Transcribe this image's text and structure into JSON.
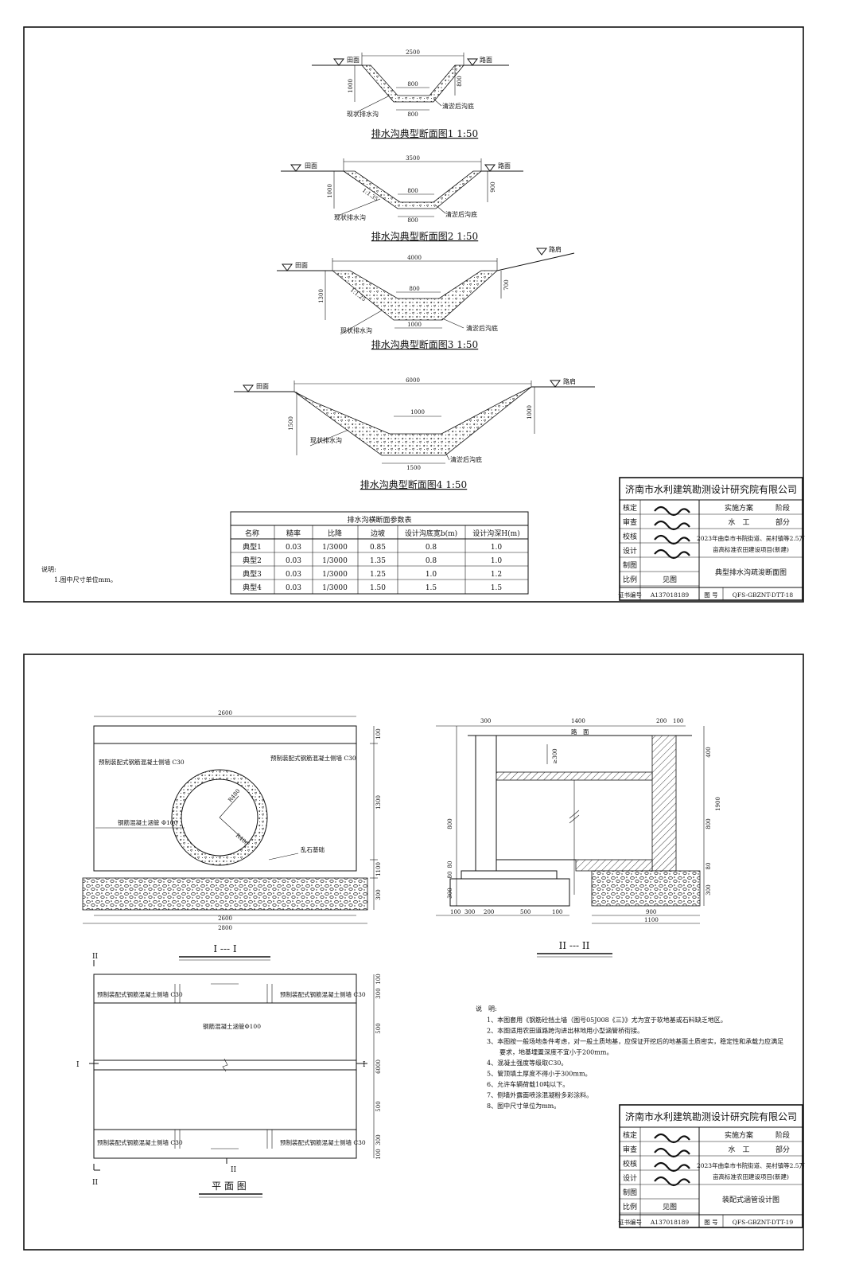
{
  "sheet1": {
    "sections": [
      {
        "caption": "排水沟典型断面图1 1:50",
        "width": "2500",
        "top_width": "800",
        "bottom_width": "800",
        "depth_left": "1000",
        "depth_right": "800",
        "left_label": "田面",
        "right_label": "路面",
        "ditch_label": "现状排水沟",
        "dredge_label": "清淤后沟底",
        "slope": ""
      },
      {
        "caption": "排水沟典型断面图2 1:50",
        "width": "3500",
        "top_width": "800",
        "bottom_width": "800",
        "depth_left": "1000",
        "depth_right": "900",
        "left_label": "田面",
        "right_label": "路面",
        "ditch_label": "现状排水沟",
        "dredge_label": "清淤后沟底",
        "slope": "1:1.35"
      },
      {
        "caption": "排水沟典型断面图3 1:50",
        "width": "4000",
        "top_width": "800",
        "bottom_width": "1000",
        "depth_left": "1300",
        "depth_right": "700",
        "left_label": "田面",
        "right_label": "路肩",
        "ditch_label": "现状排水沟",
        "dredge_label": "清淤后沟底",
        "slope": "1:1.25"
      },
      {
        "caption": "排水沟典型断面图4 1:50",
        "width": "6000",
        "top_width": "1000",
        "bottom_width": "1500",
        "depth_left": "1500",
        "depth_right": "1000",
        "left_label": "田面",
        "right_label": "路肩",
        "ditch_label": "现状排水沟",
        "dredge_label": "清淤后沟底",
        "slope": ""
      }
    ],
    "table": {
      "title": "排水沟横断面参数表",
      "headers": [
        "名称",
        "糙率",
        "比降",
        "边坡",
        "设计沟底宽b(m)",
        "设计沟深H(m)"
      ],
      "rows": [
        [
          "典型1",
          "0.03",
          "1/3000",
          "0.85",
          "0.8",
          "1.0"
        ],
        [
          "典型2",
          "0.03",
          "1/3000",
          "1.35",
          "0.8",
          "1.0"
        ],
        [
          "典型3",
          "0.03",
          "1/3000",
          "1.25",
          "1.0",
          "1.2"
        ],
        [
          "典型4",
          "0.03",
          "1/3000",
          "1.50",
          "1.5",
          "1.5"
        ]
      ]
    },
    "notes_title": "说明:",
    "notes": [
      "1.图中尺寸单位mm。"
    ],
    "title_block": {
      "company": "济南市水利建筑勘测设计研究院有限公司",
      "roles": [
        "核定",
        "审查",
        "校核",
        "设计",
        "制图",
        "比例"
      ],
      "scale_value": "见图",
      "stage_left": "实施方案",
      "stage_label": "阶段",
      "dept_left": "水　工",
      "dept_label": "部分",
      "project_line1": "2023年曲阜市书院街道、吴村镇等2.5万",
      "project_line2": "亩高标准农田建设项目(新建)",
      "drawing_title": "典型排水沟疏浚断面图",
      "cert_label": "证书编号",
      "cert_no": "A137018189",
      "drawing_no_label": "图 号",
      "drawing_no": "QFS-GBZNT-DTT-18"
    }
  },
  "sheet2": {
    "views": {
      "front_caption": "I --- I",
      "side_caption": "II --- II",
      "plan_caption": "平 面 图"
    },
    "front": {
      "top_dim": "2600",
      "bottom_dim1": "2600",
      "bottom_dim2": "2800",
      "wall_label_left": "预制装配式钢筋混凝土侧墙 C30",
      "wall_label_right": "预制装配式钢筋混凝土侧墙 C30",
      "pipe_label": "钢筋混凝土涵管 Φ100",
      "r_inner": "R480",
      "r_outer": "R400",
      "base_label": "乱石基础",
      "right_dims": [
        "100",
        "1300",
        "1100",
        "300"
      ]
    },
    "side": {
      "top_dims": [
        "300",
        "1400",
        "200",
        "100"
      ],
      "road_label": "路　面",
      "depth_label": "≥300",
      "left_dims": [
        "800",
        "80",
        "80",
        "300"
      ],
      "right_dims": [
        "400",
        "1900",
        "800",
        "80",
        "300"
      ],
      "bottom_dims": [
        "100",
        "300",
        "200",
        "500",
        "100"
      ],
      "bottom_right_dims": [
        "900",
        "1100"
      ]
    },
    "plan": {
      "wall_labels": [
        "预制装配式钢筋混凝土侧墙 C30",
        "预制装配式钢筋混凝土侧墙 C30",
        "预制装配式钢筋混凝土侧墙 C30",
        "预制装配式钢筋混凝土侧墙 C30"
      ],
      "pipe_label": "钢筋混凝土涵管Φ100",
      "right_dims": [
        "100",
        "300",
        "500",
        "6000",
        "500",
        "300",
        "100"
      ],
      "markers": [
        "II",
        "I",
        "I",
        "II",
        "II"
      ]
    },
    "notes_title": "说　明:",
    "notes": [
      "1、本图套用《钢筋砼挡土墙（图号05J008《三》》尤为宜于软地基或石料缺乏地区。",
      "2、本图适用农田道路跨沟进出林地用小型涵管桥衔接。",
      "3、本图按一般场地条件考虑，对一般土质地基，应保证开挖后的地基面土质密实，稳定性和承载力应满足",
      "要求，地基埋置深度不宜小于200mm。",
      "4、混凝土强度等级取C30。",
      "5、管顶填土厚度不得小于300mm。",
      "6、允许车辆荷载10吨以下。",
      "7、侧墙外露面喷涂混凝粉多彩涂料。",
      "8、图中尺寸单位为mm。"
    ],
    "title_block": {
      "company": "济南市水利建筑勘测设计研究院有限公司",
      "roles": [
        "核定",
        "审查",
        "校核",
        "设计",
        "制图",
        "比例"
      ],
      "scale_value": "见图",
      "stage_left": "实施方案",
      "stage_label": "阶段",
      "dept_left": "水　工",
      "dept_label": "部分",
      "project_line1": "2023年曲阜市书院街道、吴村镇等2.5万",
      "project_line2": "亩高标准农田建设项目(新建)",
      "drawing_title": "装配式涵管设计图",
      "cert_label": "证书编号",
      "cert_no": "A137018189",
      "drawing_no_label": "图 号",
      "drawing_no": "QFS-GBZNT-DTT-19"
    }
  }
}
